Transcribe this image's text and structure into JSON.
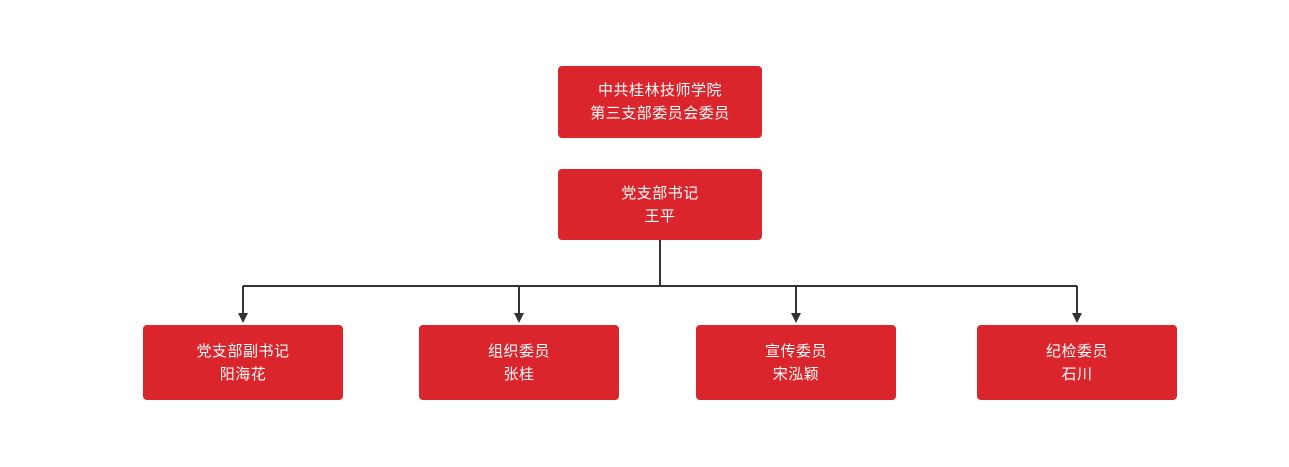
{
  "theme": {
    "box_color": "#d9252b",
    "text_color": "#ffffff",
    "line_color": "#333333",
    "background": "#ffffff"
  },
  "nodes": {
    "root": {
      "line1": "中共桂林技师学院",
      "line2": "第三支部委员会委员"
    },
    "secretary": {
      "line1": "党支部书记",
      "line2": "王平"
    },
    "children": [
      {
        "line1": "党支部副书记",
        "line2": "阳海花"
      },
      {
        "line1": "组织委员",
        "line2": "张桂"
      },
      {
        "line1": "宣传委员",
        "line2": "宋泓颖"
      },
      {
        "line1": "纪检委员",
        "line2": "石川"
      }
    ]
  }
}
